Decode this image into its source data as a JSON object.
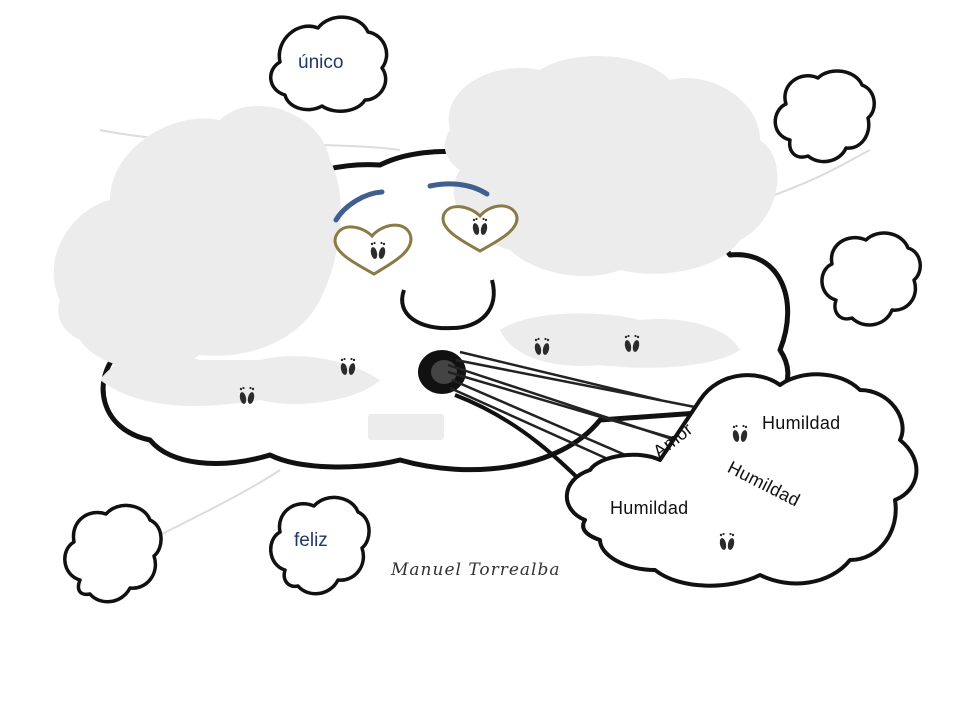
{
  "words": {
    "unico": "único",
    "feliz": "feliz",
    "amor": "Amor",
    "humildad_top": "Humildad",
    "humildad_diag": "Humildad",
    "humildad_bottom": "Humildad"
  },
  "signature": "Manuel Torrealba",
  "icons": {
    "footprint": "footprints-icon",
    "heart": "heart-outline-icon",
    "cloud": "cloud-icon"
  },
  "colors": {
    "eyebrow": "#3f5f8f",
    "heart_outline": "#8a7a45",
    "cloud_outline": "#111111",
    "cloud_fill": "#ececec",
    "label_blue": "#1f3864"
  }
}
